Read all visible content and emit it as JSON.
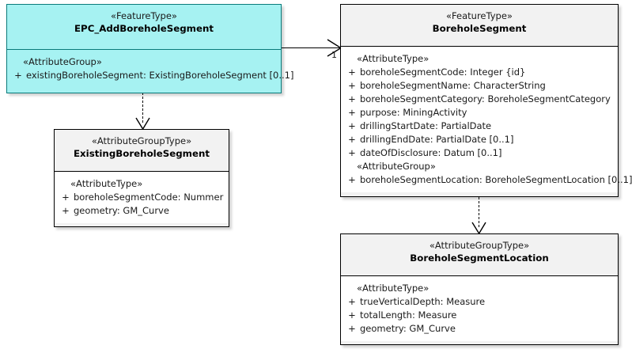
{
  "diagram": {
    "type": "uml-class-diagram",
    "background_color": "#ffffff",
    "accent_color": "#a6f2f2",
    "line_color": "#000000"
  },
  "classes": {
    "epc_add_borehole_segment": {
      "stereotype": "«FeatureType»",
      "name": "EPC_AddBoreholeSegment",
      "compartments": [
        {
          "group_label": "«AttributeGroup»",
          "attributes": [
            {
              "visibility": "+",
              "text": "existingBoreholeSegment: ExistingBoreholeSegment [0..1]"
            }
          ]
        }
      ]
    },
    "borehole_segment": {
      "stereotype": "«FeatureType»",
      "name": "BoreholeSegment",
      "compartments": [
        {
          "group_label": "«AttributeType»",
          "attributes": [
            {
              "visibility": "+",
              "text": "boreholeSegmentCode: Integer {id}"
            },
            {
              "visibility": "+",
              "text": "boreholeSegmentName: CharacterString"
            },
            {
              "visibility": "+",
              "text": "boreholeSegmentCategory: BoreholeSegmentCategory"
            },
            {
              "visibility": "+",
              "text": "purpose: MiningActivity"
            },
            {
              "visibility": "+",
              "text": "drillingStartDate: PartialDate"
            },
            {
              "visibility": "+",
              "text": "drillingEndDate: PartialDate [0..1]"
            },
            {
              "visibility": "+",
              "text": "dateOfDisclosure: Datum [0..1]"
            }
          ]
        },
        {
          "group_label": "«AttributeGroup»",
          "attributes": [
            {
              "visibility": "+",
              "text": "boreholeSegmentLocation: BoreholeSegmentLocation [0..1]"
            }
          ]
        }
      ]
    },
    "existing_borehole_segment": {
      "stereotype": "«AttributeGroupType»",
      "name": "ExistingBoreholeSegment",
      "compartments": [
        {
          "group_label": "«AttributeType»",
          "attributes": [
            {
              "visibility": "+",
              "text": "boreholeSegmentCode: Nummer"
            },
            {
              "visibility": "+",
              "text": "geometry: GM_Curve"
            }
          ]
        }
      ]
    },
    "borehole_segment_location": {
      "stereotype": "«AttributeGroupType»",
      "name": "BoreholeSegmentLocation",
      "compartments": [
        {
          "group_label": "«AttributeType»",
          "attributes": [
            {
              "visibility": "+",
              "text": "trueVerticalDepth: Measure"
            },
            {
              "visibility": "+",
              "text": "totalLength: Measure"
            },
            {
              "visibility": "+",
              "text": "geometry: GM_Curve"
            }
          ]
        }
      ]
    }
  },
  "connectors": {
    "association_epc_to_segment": {
      "kind": "association",
      "style": "solid",
      "arrowhead": "open",
      "source": "EPC_AddBoreholeSegment",
      "target": "BoreholeSegment",
      "target_multiplicity": "1"
    },
    "dependency_epc_to_existing": {
      "kind": "dependency",
      "style": "dashed",
      "arrowhead": "open-v",
      "source": "EPC_AddBoreholeSegment",
      "target": "ExistingBoreholeSegment"
    },
    "dependency_segment_to_location": {
      "kind": "dependency",
      "style": "dashed",
      "arrowhead": "open-v",
      "source": "BoreholeSegment",
      "target": "BoreholeSegmentLocation"
    }
  }
}
